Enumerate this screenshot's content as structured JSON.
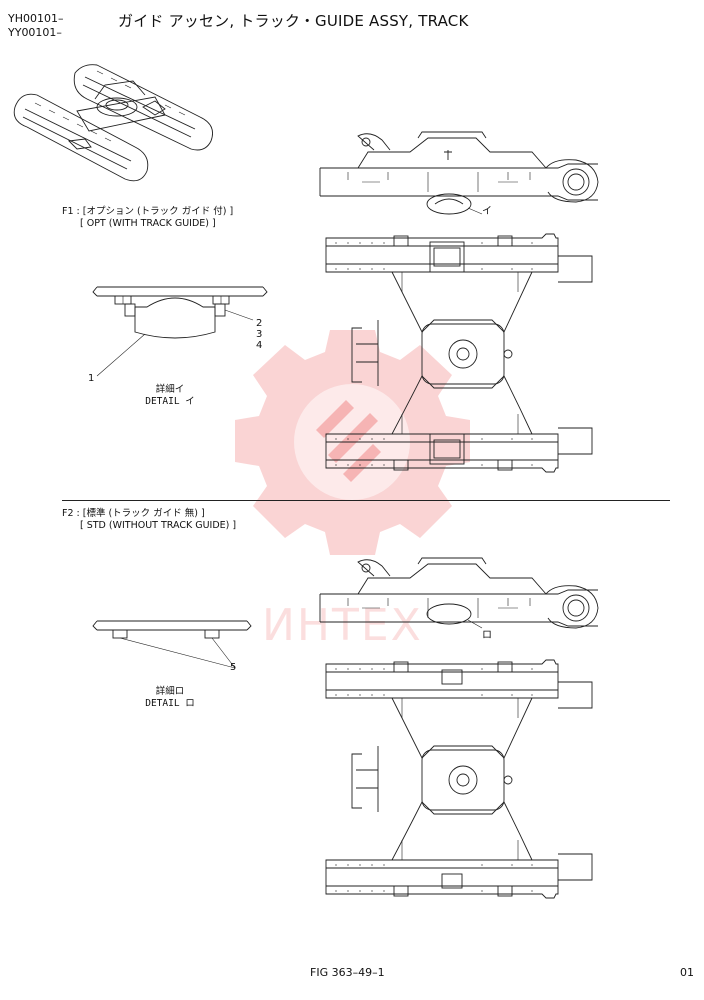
{
  "header": {
    "serial_1": "YH00101–",
    "serial_2": "YY00101–",
    "title": "ガイド アッセン, トラック・GUIDE ASSY, TRACK"
  },
  "section_f1": {
    "line1": "F1 : [オプション (トラック ガイド 付) ]",
    "line2": "[ OPT (WITH TRACK GUIDE) ]"
  },
  "section_f2": {
    "line1": "F2 : [標準 (トラック ガイド 無) ]",
    "line2": "[ STD (WITHOUT TRACK GUIDE) ]"
  },
  "detail_i": {
    "jp": "詳細イ",
    "en": "DETAIL イ",
    "marker": "イ"
  },
  "detail_ro": {
    "jp": "詳細ロ",
    "en": "DETAIL ロ",
    "marker": "ロ"
  },
  "callouts": {
    "c1": "1",
    "c2": "2",
    "c3": "3",
    "c4": "4",
    "c5": "5"
  },
  "watermark": {
    "text": "ИНТЕХ",
    "color": "#e83a3a"
  },
  "footer": {
    "figure": "FIG 363–49–1",
    "page": "01"
  }
}
